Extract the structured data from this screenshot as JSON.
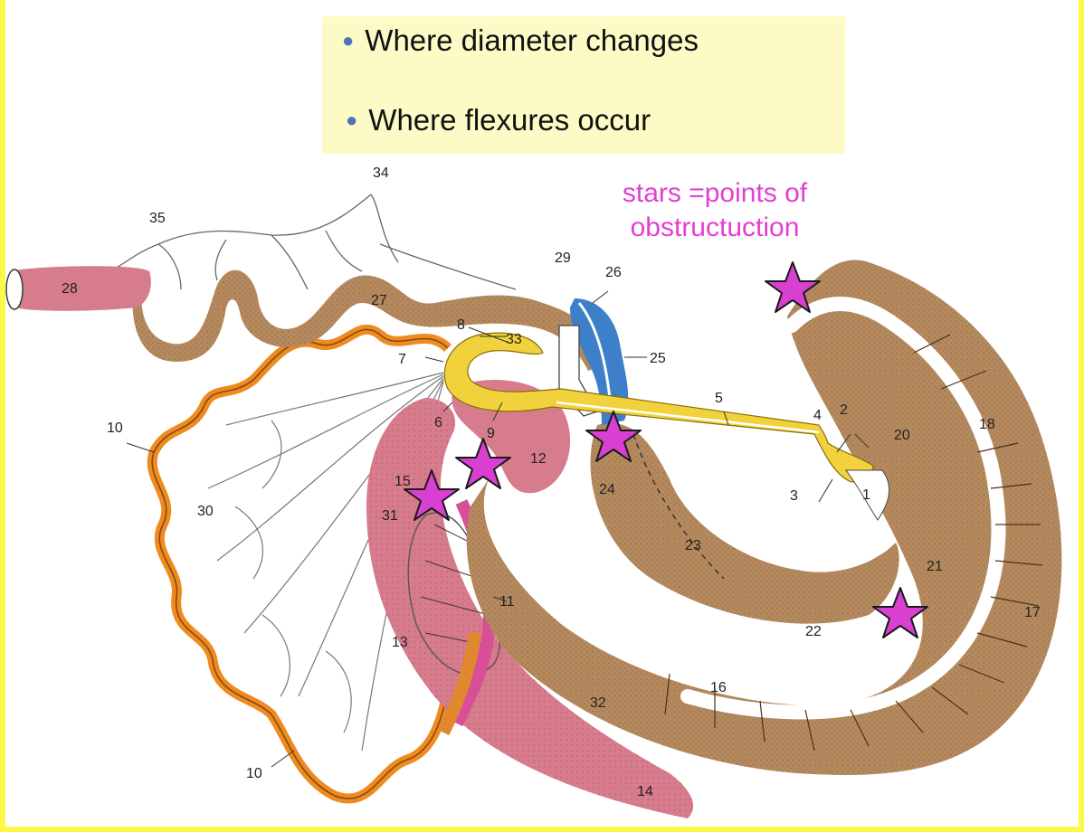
{
  "notes": {
    "bullets": [
      "Where diameter changes",
      "Where flexures occur"
    ]
  },
  "legend": {
    "line1": "stars =points of",
    "line2": "obstructuction"
  },
  "colors": {
    "frame": "#fbf84b",
    "note_bg": "#fcfbc6",
    "bullet_dot": "#4e74b8",
    "legend_text": "#e23fd3",
    "intestine_brown": "#b5895e",
    "rectum_pink": "#d77c8c",
    "duodenum_yellow": "#f1d23c",
    "colon_blue": "#3d7fc9",
    "omentum_orange": "#ef8a1f",
    "star_fill": "#d93fd0"
  },
  "labels": [
    "1",
    "2",
    "3",
    "4",
    "5",
    "6",
    "7",
    "8",
    "9",
    "10",
    "10",
    "11",
    "12",
    "13",
    "14",
    "15",
    "16",
    "17",
    "18",
    "20",
    "21",
    "22",
    "23",
    "24",
    "25",
    "26",
    "27",
    "28",
    "29",
    "30",
    "31",
    "32",
    "33",
    "34",
    "35"
  ],
  "star_count": 5
}
